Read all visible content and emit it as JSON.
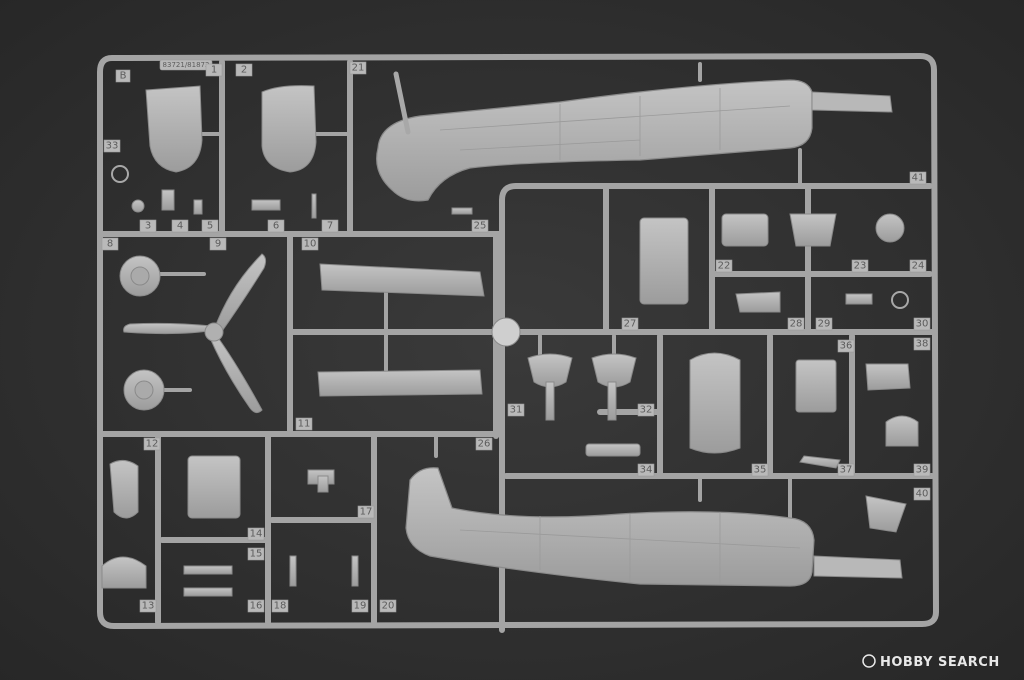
{
  "photo": {
    "sprue_letter": "B",
    "sprue_code": "83721/81872",
    "part_numbers": [
      "1",
      "2",
      "3",
      "4",
      "5",
      "6",
      "7",
      "8",
      "9",
      "10",
      "11",
      "12",
      "13",
      "14",
      "15",
      "16",
      "17",
      "18",
      "19",
      "20",
      "21",
      "22",
      "23",
      "24",
      "25",
      "26",
      "27",
      "28",
      "29",
      "30",
      "31",
      "32",
      "33",
      "34",
      "35",
      "36",
      "37",
      "38",
      "39",
      "40",
      "41"
    ],
    "watermark": "HOBBY SEARCH"
  }
}
